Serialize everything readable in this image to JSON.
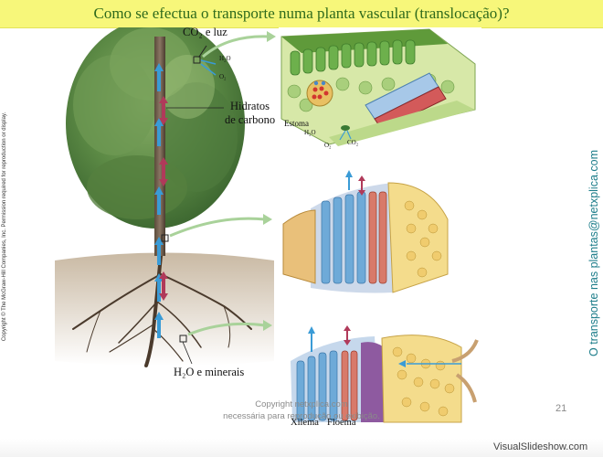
{
  "title": "Como se efectua o transporte numa planta vascular (translocação)?",
  "side_title": "O transporte nas plantas@netxplica.com",
  "copyright_side": "Copyright © The McGraw-Hill Companies, Inc. Permission required for reproduction or display.",
  "labels": {
    "co2_luz": "CO₂ e luz",
    "h2o_top": "H₂O",
    "o2_top": "O₂",
    "hidratos": "Hidratos",
    "carbono": "de carbono",
    "estoma": "Estoma",
    "h2o_leaf": "H₂O",
    "o2_leaf": "O₂",
    "co2_leaf": "CO₂",
    "h2o_minerais": "H₂O e minerais",
    "xilema": "Xilema",
    "floema": "Floema"
  },
  "footer": {
    "copy_line1": "Copyright netxplica.com",
    "copy_line2": "necessária para reprodução ou exibição.",
    "page_number": "21",
    "watermark": "VisualSlideshow.com"
  },
  "colors": {
    "title_bg": "#f7f77a",
    "title_text": "#2f6a1c",
    "side_title": "#1d7d8a",
    "water_arrow": "#3a9bd6",
    "sugar_arrow": "#b03a5a"
  }
}
